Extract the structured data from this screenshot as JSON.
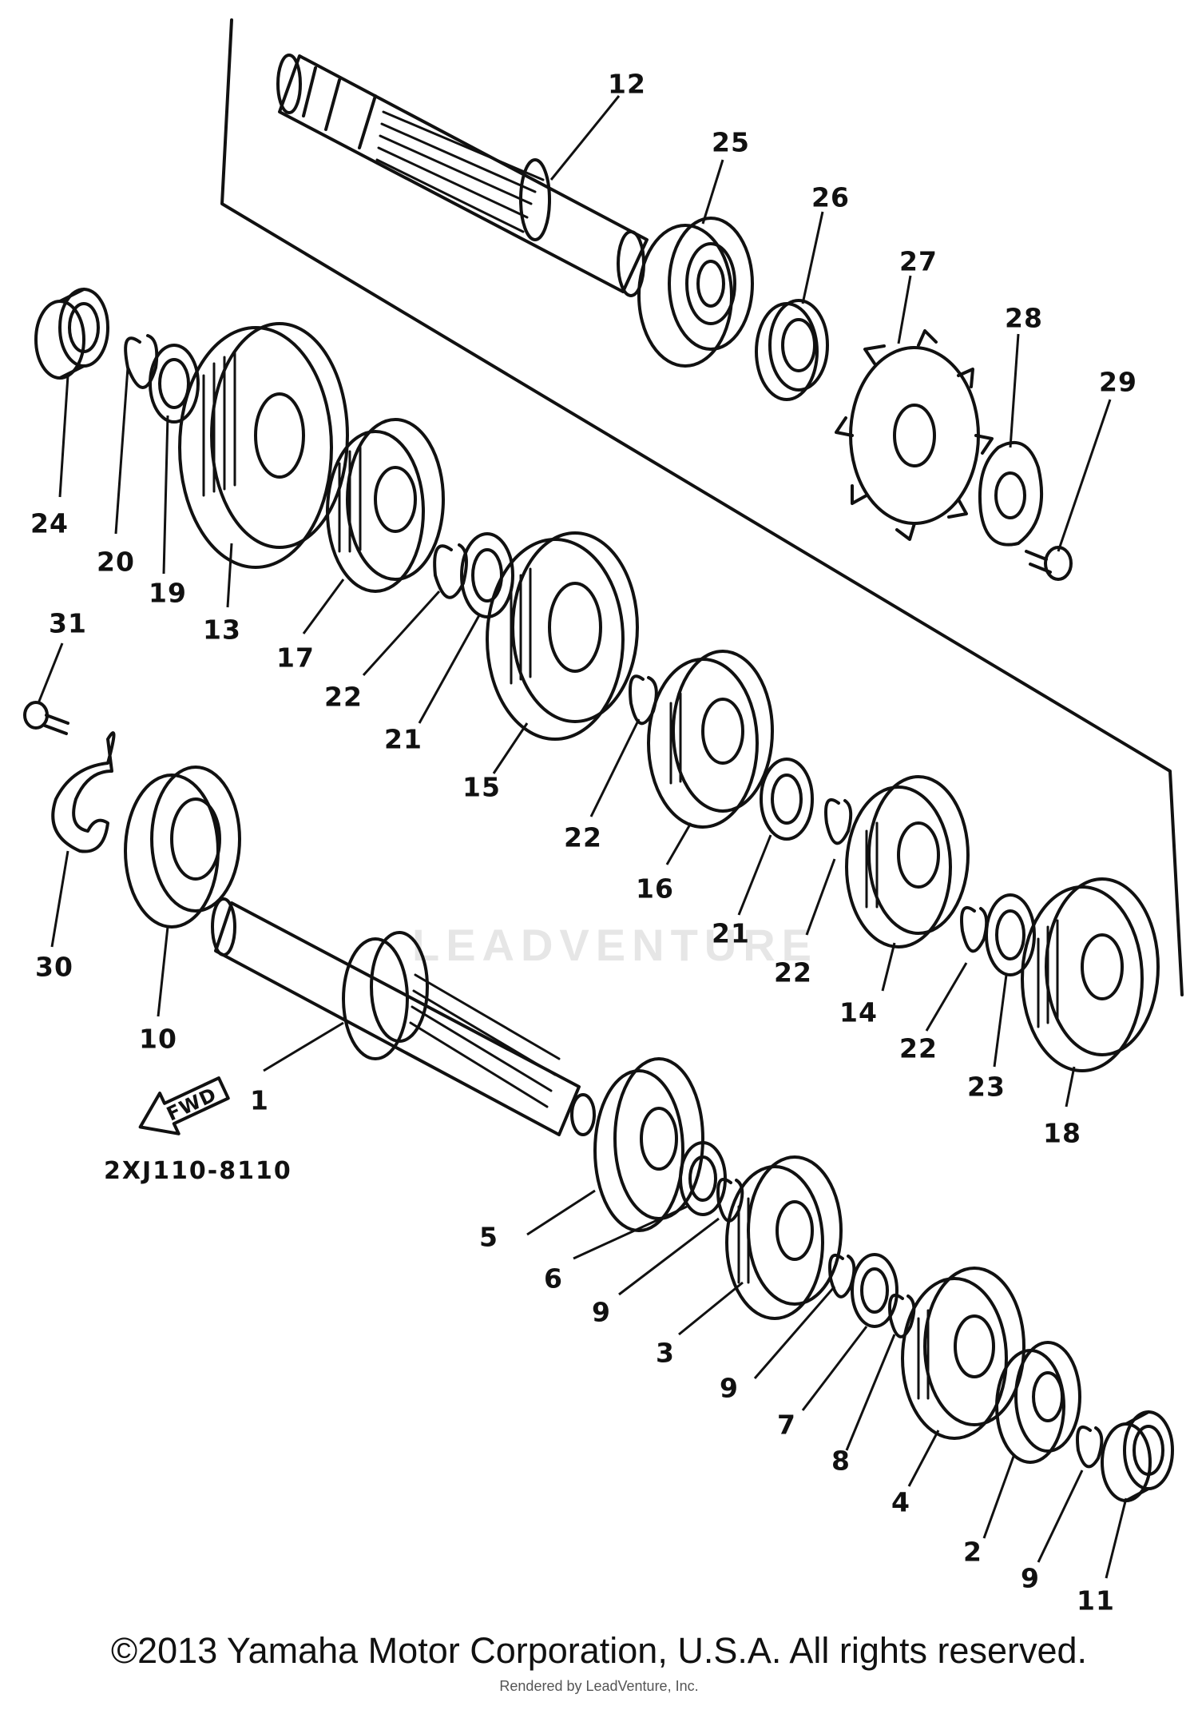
{
  "diagram": {
    "drawing_code": "2XJ110-8110",
    "fwd_label": "FWD",
    "part_labels": [
      "12",
      "25",
      "26",
      "27",
      "28",
      "29",
      "24",
      "20",
      "19",
      "13",
      "17",
      "22",
      "21",
      "15",
      "22",
      "16",
      "21",
      "22",
      "14",
      "22",
      "23",
      "18",
      "31",
      "30",
      "10",
      "1",
      "5",
      "6",
      "9",
      "3",
      "9",
      "7",
      "8",
      "4",
      "2",
      "9",
      "11"
    ],
    "copyright": "©2013 Yamaha Motor Corporation, U.S.A. All rights reserved.",
    "rendered_by": "Rendered by LeadVenture, Inc.",
    "watermark": "LEADVENTURE"
  }
}
